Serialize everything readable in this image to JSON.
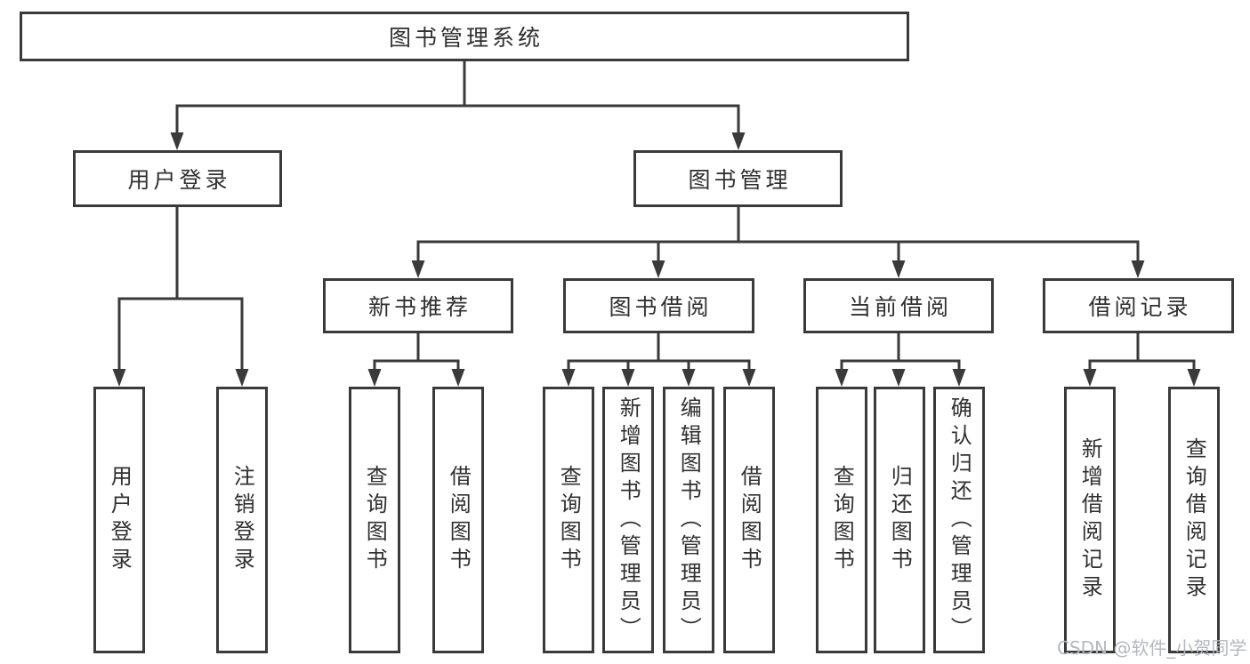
{
  "colors": {
    "line": "#3a3a3a",
    "box_border": "#3a3a3a",
    "text": "#303030",
    "background": "#ffffff",
    "watermark": "#b4b8bf"
  },
  "watermark": {
    "text": "CSDN @软件_小贺同学"
  },
  "tree": {
    "root": {
      "label": "图书管理系统"
    },
    "branches": [
      {
        "label": "用户登录",
        "children": [
          {
            "label": "用户登录"
          },
          {
            "label": "注销登录"
          }
        ]
      },
      {
        "label": "图书管理",
        "children": [
          {
            "label": "新书推荐",
            "children": [
              {
                "label": "查询图书"
              },
              {
                "label": "借阅图书"
              }
            ]
          },
          {
            "label": "图书借阅",
            "children": [
              {
                "label": "查询图书"
              },
              {
                "label": "新增图书（管理员）"
              },
              {
                "label": "编辑图书（管理员）"
              },
              {
                "label": "借阅图书"
              }
            ]
          },
          {
            "label": "当前借阅",
            "children": [
              {
                "label": "查询图书"
              },
              {
                "label": "归还图书"
              },
              {
                "label": "确认归还（管理员）"
              }
            ]
          },
          {
            "label": "借阅记录",
            "children": [
              {
                "label": "新增借阅记录"
              },
              {
                "label": "查询借阅记录"
              }
            ]
          }
        ]
      }
    ]
  }
}
